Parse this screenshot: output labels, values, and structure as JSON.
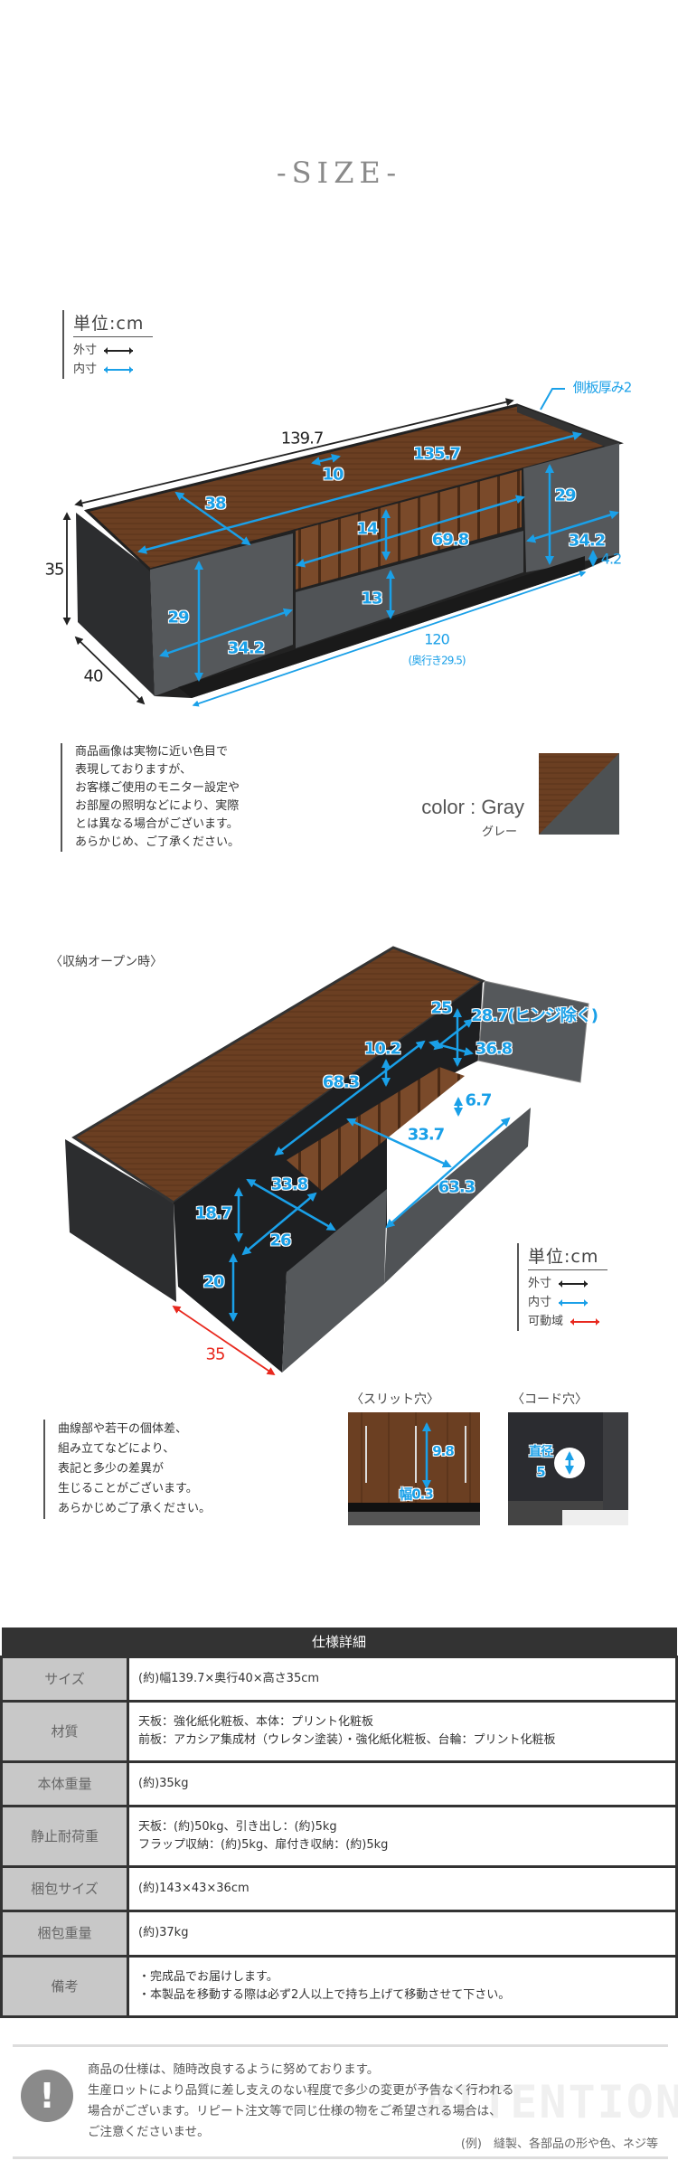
{
  "title": "-SIZE-",
  "legend1": {
    "unit": "単位:cm",
    "outer": "外寸",
    "inner": "内寸"
  },
  "legend2": {
    "unit": "単位:cm",
    "outer": "外寸",
    "inner": "内寸",
    "movable": "可動域"
  },
  "colors": {
    "outer": "#222222",
    "inner": "#1aa0e8",
    "movable": "#e8281e",
    "walnut": "#6b3f22",
    "stone": "#4a4d50"
  },
  "diagram1": {
    "width": "139.7",
    "inner_width": "135.7",
    "slit_gap": "10",
    "depth_inner": "38",
    "flap_height": "14",
    "flap_width": "69.8",
    "right_door_h": "29",
    "right_door_w": "34.2",
    "plinth": "4.2",
    "height": "35",
    "left_door_h": "29",
    "left_door_w": "34.2",
    "drawer_h": "13",
    "bottom_width": "120",
    "bottom_depth": "(奥行き29.5)",
    "depth": "40",
    "side_panel": "側板厚み2"
  },
  "color_note": {
    "lines": [
      "商品画像は実物に近い色目で",
      "表現しておりますが、",
      "お客様ご使用のモニター設定や",
      "お部屋の照明などにより、実際",
      "とは異なる場合がございます。",
      "あらかじめ、ご了承ください。"
    ]
  },
  "color": {
    "label": "color : Gray",
    "sub": "グレー"
  },
  "open_caption": "〈収納オープン時〉",
  "diagram2": {
    "d25": "25",
    "d287": "28.7(ヒンジ除く)",
    "d102": "10.2",
    "d368": "36.8",
    "d683": "68.3",
    "d67": "6.7",
    "d337": "33.7",
    "d338": "33.8",
    "d633": "63.3",
    "d187": "18.7",
    "d26": "26",
    "d20": "20",
    "d35": "35"
  },
  "variance_note": {
    "lines": [
      "曲線部や若干の個体差、",
      "組み立てなどにより、",
      "表記と多少の差異が",
      "生じることがございます。",
      "あらかじめご了承ください。"
    ]
  },
  "slit": {
    "caption": "〈スリット穴〉",
    "length": "9.8",
    "width": "幅0.3"
  },
  "cord": {
    "caption": "〈コード穴〉",
    "label": "直径",
    "value": "5"
  },
  "spec": {
    "header": "仕様詳細",
    "rows": [
      {
        "k": "サイズ",
        "v": [
          "(約)幅139.7×奥行40×高さ35cm"
        ]
      },
      {
        "k": "材質",
        "v": [
          "天板：強化紙化粧板、本体：プリント化粧板",
          "前板：アカシア集成材（ウレタン塗装）・強化紙化粧板、台輪：プリント化粧板"
        ]
      },
      {
        "k": "本体重量",
        "v": [
          "(約)35kg"
        ]
      },
      {
        "k": "静止耐荷重",
        "v": [
          "天板：(約)50kg、引き出し：(約)5kg",
          "フラップ収納：(約)5kg、扉付き収納：(約)5kg"
        ]
      },
      {
        "k": "梱包サイズ",
        "v": [
          "(約)143×43×36cm"
        ]
      },
      {
        "k": "梱包重量",
        "v": [
          "(約)37kg"
        ]
      },
      {
        "k": "備考",
        "v": [
          "・完成品でお届けします。",
          "・本製品を移動する際は必ず2人以上で持ち上げて移動させて下さい。"
        ]
      }
    ]
  },
  "attention": {
    "lines": [
      "商品の仕様は、随時改良するように努めております。",
      "生産ロットにより品質に差し支えのない程度で多少の変更が予告なく行われる",
      "場合がございます。リピート注文等で同じ仕様の物をご希望される場合は、",
      "ご注意くださいませ。"
    ],
    "example": "(例)　縫製、各部品の形や色、ネジ等",
    "watermark": "ATTENTION",
    "icon": "!"
  }
}
